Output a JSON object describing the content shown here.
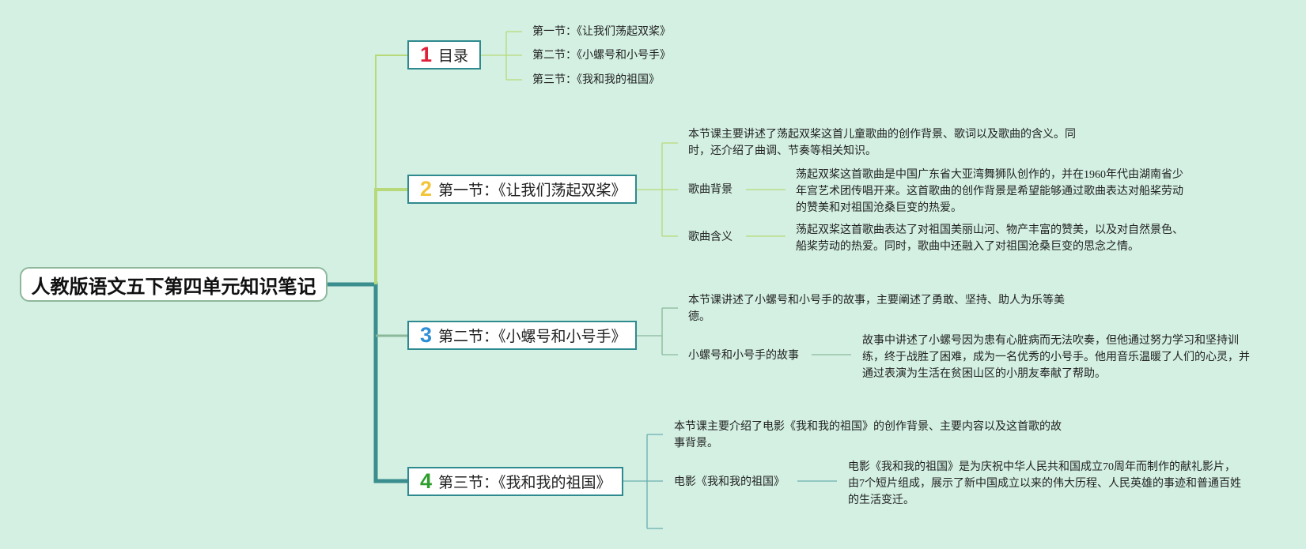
{
  "root": {
    "title": "人教版语文五下第四单元知识笔记"
  },
  "colors": {
    "background": "#d3f0e2",
    "trunk": "#3a8e8e",
    "branch1_num": "#e0203a",
    "branch2_num": "#f2c53a",
    "branch3_num": "#2f8fd6",
    "branch4_num": "#2f9e2f"
  },
  "branches": [
    {
      "number": "1",
      "title": "目录",
      "items": [
        "第一节：《让我们荡起双桨》",
        "第二节：《小螺号和小号手》",
        "第三节：《我和我的祖国》"
      ]
    },
    {
      "number": "2",
      "title": "第一节：《让我们荡起双桨》",
      "summary": [
        "本节课主要讲述了荡起双桨这首儿童歌曲的创作背景、歌词以及歌曲的含义。同",
        "时，还介绍了曲调、节奏等相关知识。"
      ],
      "sub": [
        {
          "label": "歌曲背景",
          "detail": [
            "荡起双桨这首歌曲是中国广东省大亚湾舞狮队创作的，并在1960年代由湖南省少",
            "年宫艺术团传唱开来。这首歌曲的创作背景是希望能够通过歌曲表达对船桨劳动",
            "的赞美和对祖国沧桑巨变的热爱。"
          ]
        },
        {
          "label": "歌曲含义",
          "detail": [
            "荡起双桨这首歌曲表达了对祖国美丽山河、物产丰富的赞美，以及对自然景色、",
            "船桨劳动的热爱。同时，歌曲中还融入了对祖国沧桑巨变的思念之情。"
          ]
        }
      ]
    },
    {
      "number": "3",
      "title": "第二节：《小螺号和小号手》",
      "summary": [
        "本节课讲述了小螺号和小号手的故事，主要阐述了勇敢、坚持、助人为乐等美",
        "德。"
      ],
      "sub": [
        {
          "label": "小螺号和小号手的故事",
          "detail": [
            "故事中讲述了小螺号因为患有心脏病而无法吹奏，但他通过努力学习和坚持训",
            "练，终于战胜了困难，成为一名优秀的小号手。他用音乐温暖了人们的心灵，并",
            "通过表演为生活在贫困山区的小朋友奉献了帮助。"
          ]
        }
      ]
    },
    {
      "number": "4",
      "title": "第三节：《我和我的祖国》",
      "summary": [
        "本节课主要介绍了电影《我和我的祖国》的创作背景、主要内容以及这首歌的故",
        "事背景。"
      ],
      "sub": [
        {
          "label": "电影《我和我的祖国》",
          "detail": [
            "电影《我和我的祖国》是为庆祝中华人民共和国成立70周年而制作的献礼影片，",
            "由7个短片组成，展示了新中国成立以来的伟大历程、人民英雄的事迹和普通百姓",
            "的生活变迁。"
          ]
        }
      ]
    }
  ]
}
